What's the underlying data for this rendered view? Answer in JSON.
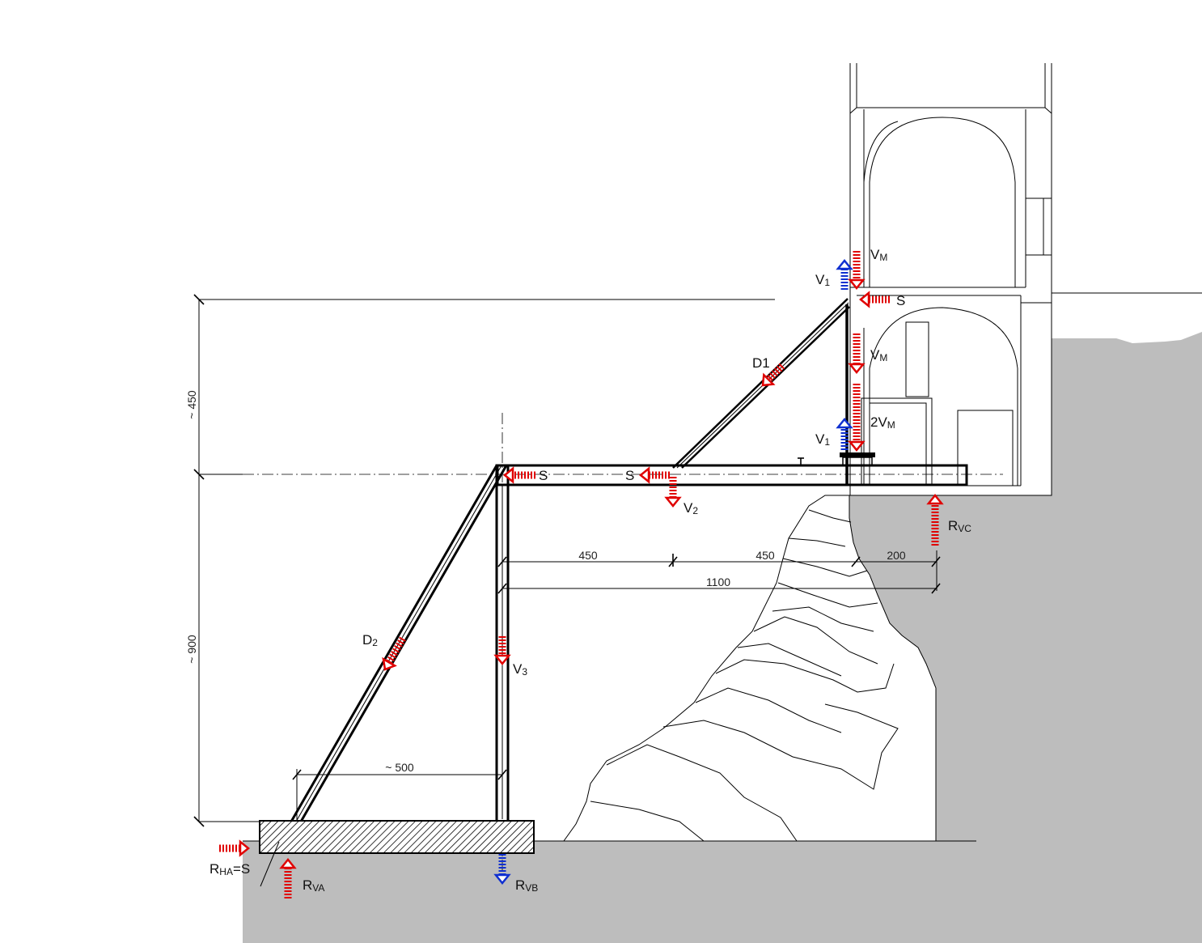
{
  "colors": {
    "ground": "#bdbdbd",
    "force_red": "#e00000",
    "force_blue": "#1030d0",
    "line": "#000000"
  },
  "members": {
    "d1": "D1",
    "d2": "D",
    "d2_sub": "2",
    "v3": "V",
    "v3_sub": "3"
  },
  "forces": {
    "vm_top": "V",
    "vm_top_sub": "M",
    "v1_top": "V",
    "v1_top_sub": "1",
    "s_top": "S",
    "vm_mid": "V",
    "vm_mid_sub": "M",
    "two_vm": "2V",
    "two_vm_sub": "M",
    "v1_mid": "V",
    "v1_mid_sub": "1",
    "s_left": "S",
    "s_mid": "S",
    "v2": "V",
    "v2_sub": "2",
    "rvc": "R",
    "rvc_sub": "VC",
    "rha": "R",
    "rha_sub": "HA",
    "rha_eq": "=S",
    "rva": "R",
    "rva_sub": "VA",
    "rvb": "R",
    "rvb_sub": "VB"
  },
  "dimensions": {
    "h_top": "~ 450",
    "h_bottom": "~ 900",
    "span_1": "450",
    "span_2": "450",
    "span_3": "200",
    "span_total": "1100",
    "base": "~ 500"
  }
}
